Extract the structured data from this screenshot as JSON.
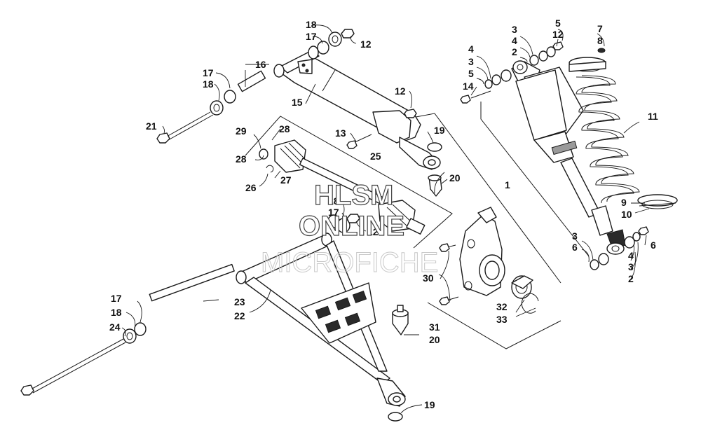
{
  "watermark": {
    "line1": "HLSM",
    "line2": "ONLINE",
    "line3": "MICROFICHE"
  },
  "callouts": {
    "c1": "1",
    "c2a": "2",
    "c2b": "2",
    "c3a": "3",
    "c3b": "3",
    "c3c": "3",
    "c3d": "3",
    "c4a": "4",
    "c4b": "4",
    "c4c": "4",
    "c5a": "5",
    "c5b": "5",
    "c6a": "6",
    "c6b": "6",
    "c7": "7",
    "c8": "8",
    "c9": "9",
    "c10": "10",
    "c11": "11",
    "c12a": "12",
    "c12b": "12",
    "c12c": "12",
    "c12d": "12",
    "c13": "13",
    "c14": "14",
    "c15": "15",
    "c16": "16",
    "c17a": "17",
    "c17b": "17",
    "c17c": "17",
    "c17d": "17",
    "c18a": "18",
    "c18b": "18",
    "c18c": "18",
    "c18d": "18",
    "c19a": "19",
    "c19b": "19",
    "c20a": "20",
    "c20b": "20",
    "c21": "21",
    "c22": "22",
    "c23": "23",
    "c24": "24",
    "c25": "25",
    "c26": "26",
    "c27": "27",
    "c28a": "28",
    "c28b": "28",
    "c29": "29",
    "c30": "30",
    "c31": "31",
    "c32": "32",
    "c33": "33"
  }
}
